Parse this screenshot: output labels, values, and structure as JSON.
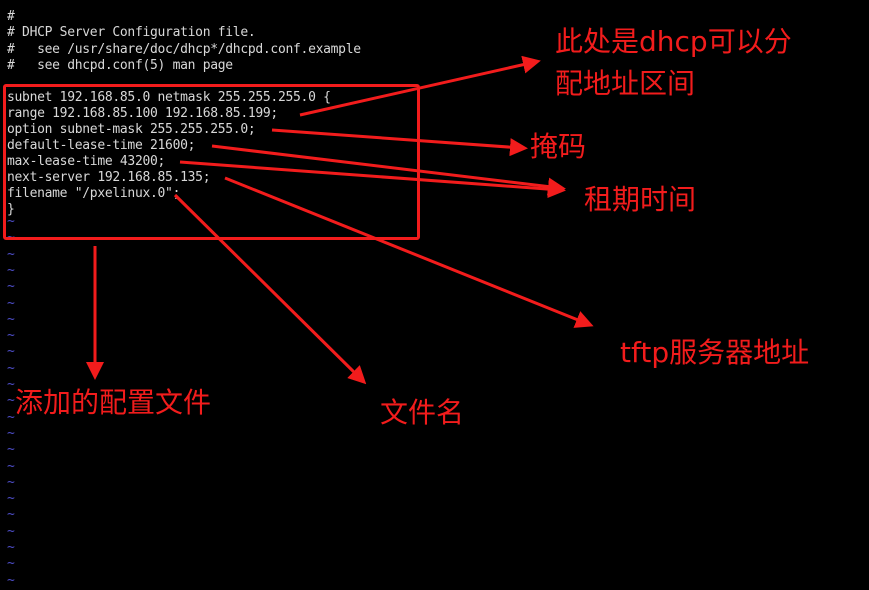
{
  "editor": {
    "comment_lines": [
      "#",
      "# DHCP Server Configuration file.",
      "#   see /usr/share/doc/dhcp*/dhcpd.conf.example",
      "#   see dhcpd.conf(5) man page"
    ],
    "config_lines": [
      "subnet 192.168.85.0 netmask 255.255.255.0 {",
      "range 192.168.85.100 192.168.85.199;",
      "option subnet-mask 255.255.255.0;",
      "default-lease-time 21600;",
      "max-lease-time 43200;",
      "next-server 192.168.85.135;",
      "filename \"/pxelinux.0\";",
      "}"
    ],
    "empty_line_marker": "~"
  },
  "annotations": {
    "range_line1": "此处是dhcp可以分",
    "range_line2": "配地址区间",
    "mask": "掩码",
    "lease": "租期时间",
    "tftp": "tftp服务器地址",
    "filename": "文件名",
    "added_config": "添加的配置文件"
  },
  "colors": {
    "annotation": "#f21c1c",
    "tilde": "#4d4dc8",
    "text": "#d8d8d8"
  }
}
